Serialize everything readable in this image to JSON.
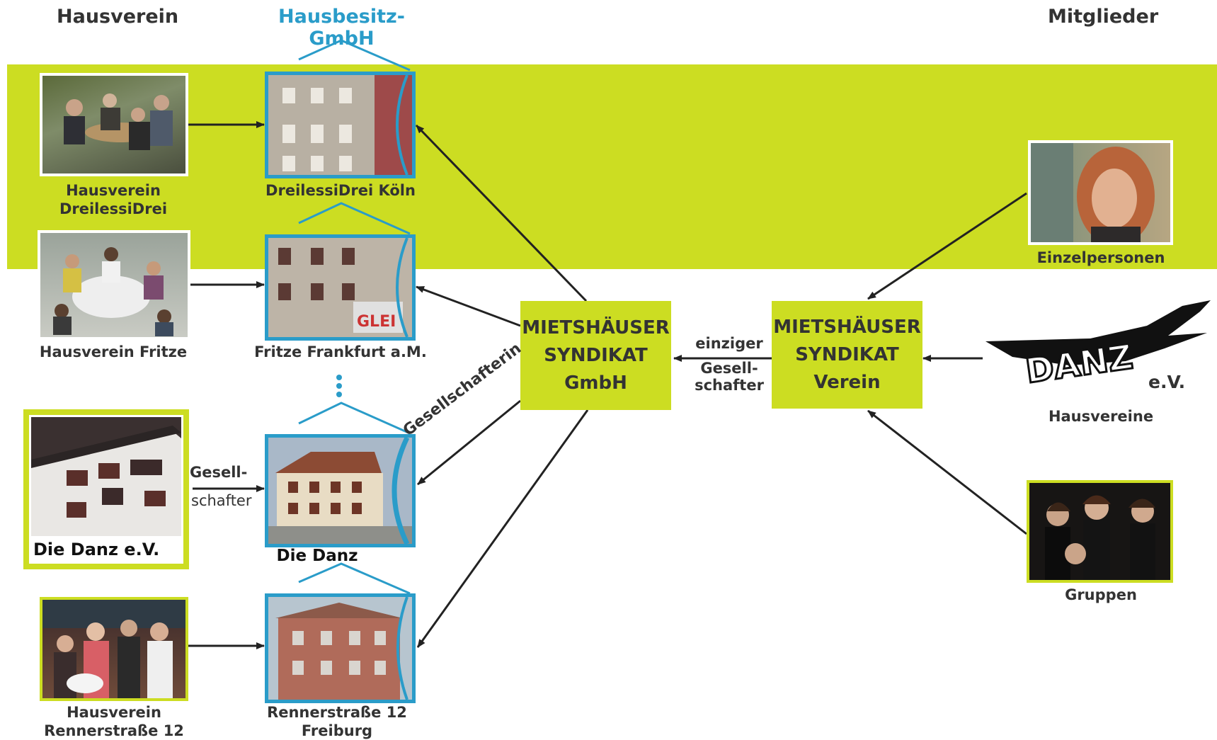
{
  "headings": {
    "hausverein": "Hausverein",
    "gmbh": "Hausbesitz-GmbH",
    "mitglieder": "Mitglieder"
  },
  "left_items": [
    {
      "label": "Hausverein\nDreilessiDrei"
    },
    {
      "label": "Hausverein Fritze"
    },
    {
      "label": "Die Danz e.V."
    },
    {
      "label": "Hausverein\nRennerstraße 12"
    }
  ],
  "houses": [
    {
      "label": "DreilessiDrei Köln"
    },
    {
      "label": "Fritze Frankfurt a.M."
    },
    {
      "label": "Die Danz"
    },
    {
      "label": "Rennerstraße 12\nFreiburg"
    }
  ],
  "center": {
    "gmbh_box": "MIETSHÄUSER\nSYNDIKAT\nGmbH",
    "verein_box": "MIETSHÄUSER\nSYNDIKAT\nVerein",
    "einziger": "einziger",
    "gesellschafter_center": "Gesell-\nschafter",
    "gesellschafterin": "Gesellschafterin",
    "gesellschafter_left_1": "Gesell-",
    "gesellschafter_left_2": "schafter"
  },
  "right_items": {
    "einzelpersonen": "Einzelpersonen",
    "hausvereine": "Hausvereine",
    "gruppen": "Gruppen",
    "logo_text": "DANZ",
    "logo_suffix": "e.V."
  },
  "colors": {
    "accent_green": "#ccdd22",
    "accent_blue": "#2a9cc9",
    "text": "#333333"
  }
}
